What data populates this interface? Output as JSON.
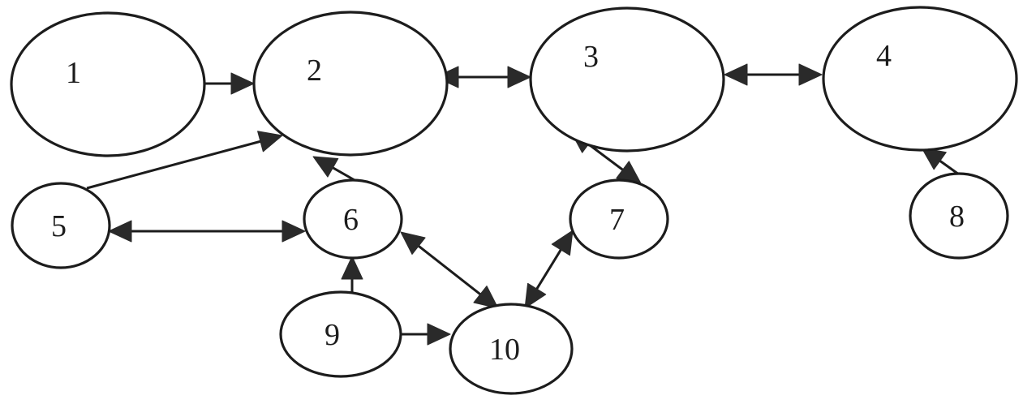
{
  "nodes": [
    {
      "id": "1",
      "label": "1"
    },
    {
      "id": "2",
      "label": "2"
    },
    {
      "id": "3",
      "label": "3"
    },
    {
      "id": "4",
      "label": "4"
    },
    {
      "id": "5",
      "label": "5"
    },
    {
      "id": "6",
      "label": "6"
    },
    {
      "id": "7",
      "label": "7"
    },
    {
      "id": "8",
      "label": "8"
    },
    {
      "id": "9",
      "label": "9"
    },
    {
      "id": "10",
      "label": "10"
    }
  ],
  "edges": [
    {
      "from": "1",
      "to": "2",
      "bidirectional": false
    },
    {
      "from": "2",
      "to": "3",
      "bidirectional": true
    },
    {
      "from": "3",
      "to": "4",
      "bidirectional": true
    },
    {
      "from": "5",
      "to": "2",
      "bidirectional": false
    },
    {
      "from": "6",
      "to": "2",
      "bidirectional": false
    },
    {
      "from": "5",
      "to": "6",
      "bidirectional": true
    },
    {
      "from": "7",
      "to": "3",
      "bidirectional": true
    },
    {
      "from": "8",
      "to": "4",
      "bidirectional": false
    },
    {
      "from": "9",
      "to": "6",
      "bidirectional": false
    },
    {
      "from": "9",
      "to": "10",
      "bidirectional": false
    },
    {
      "from": "6",
      "to": "10",
      "bidirectional": true
    },
    {
      "from": "10",
      "to": "7",
      "bidirectional": true
    }
  ]
}
